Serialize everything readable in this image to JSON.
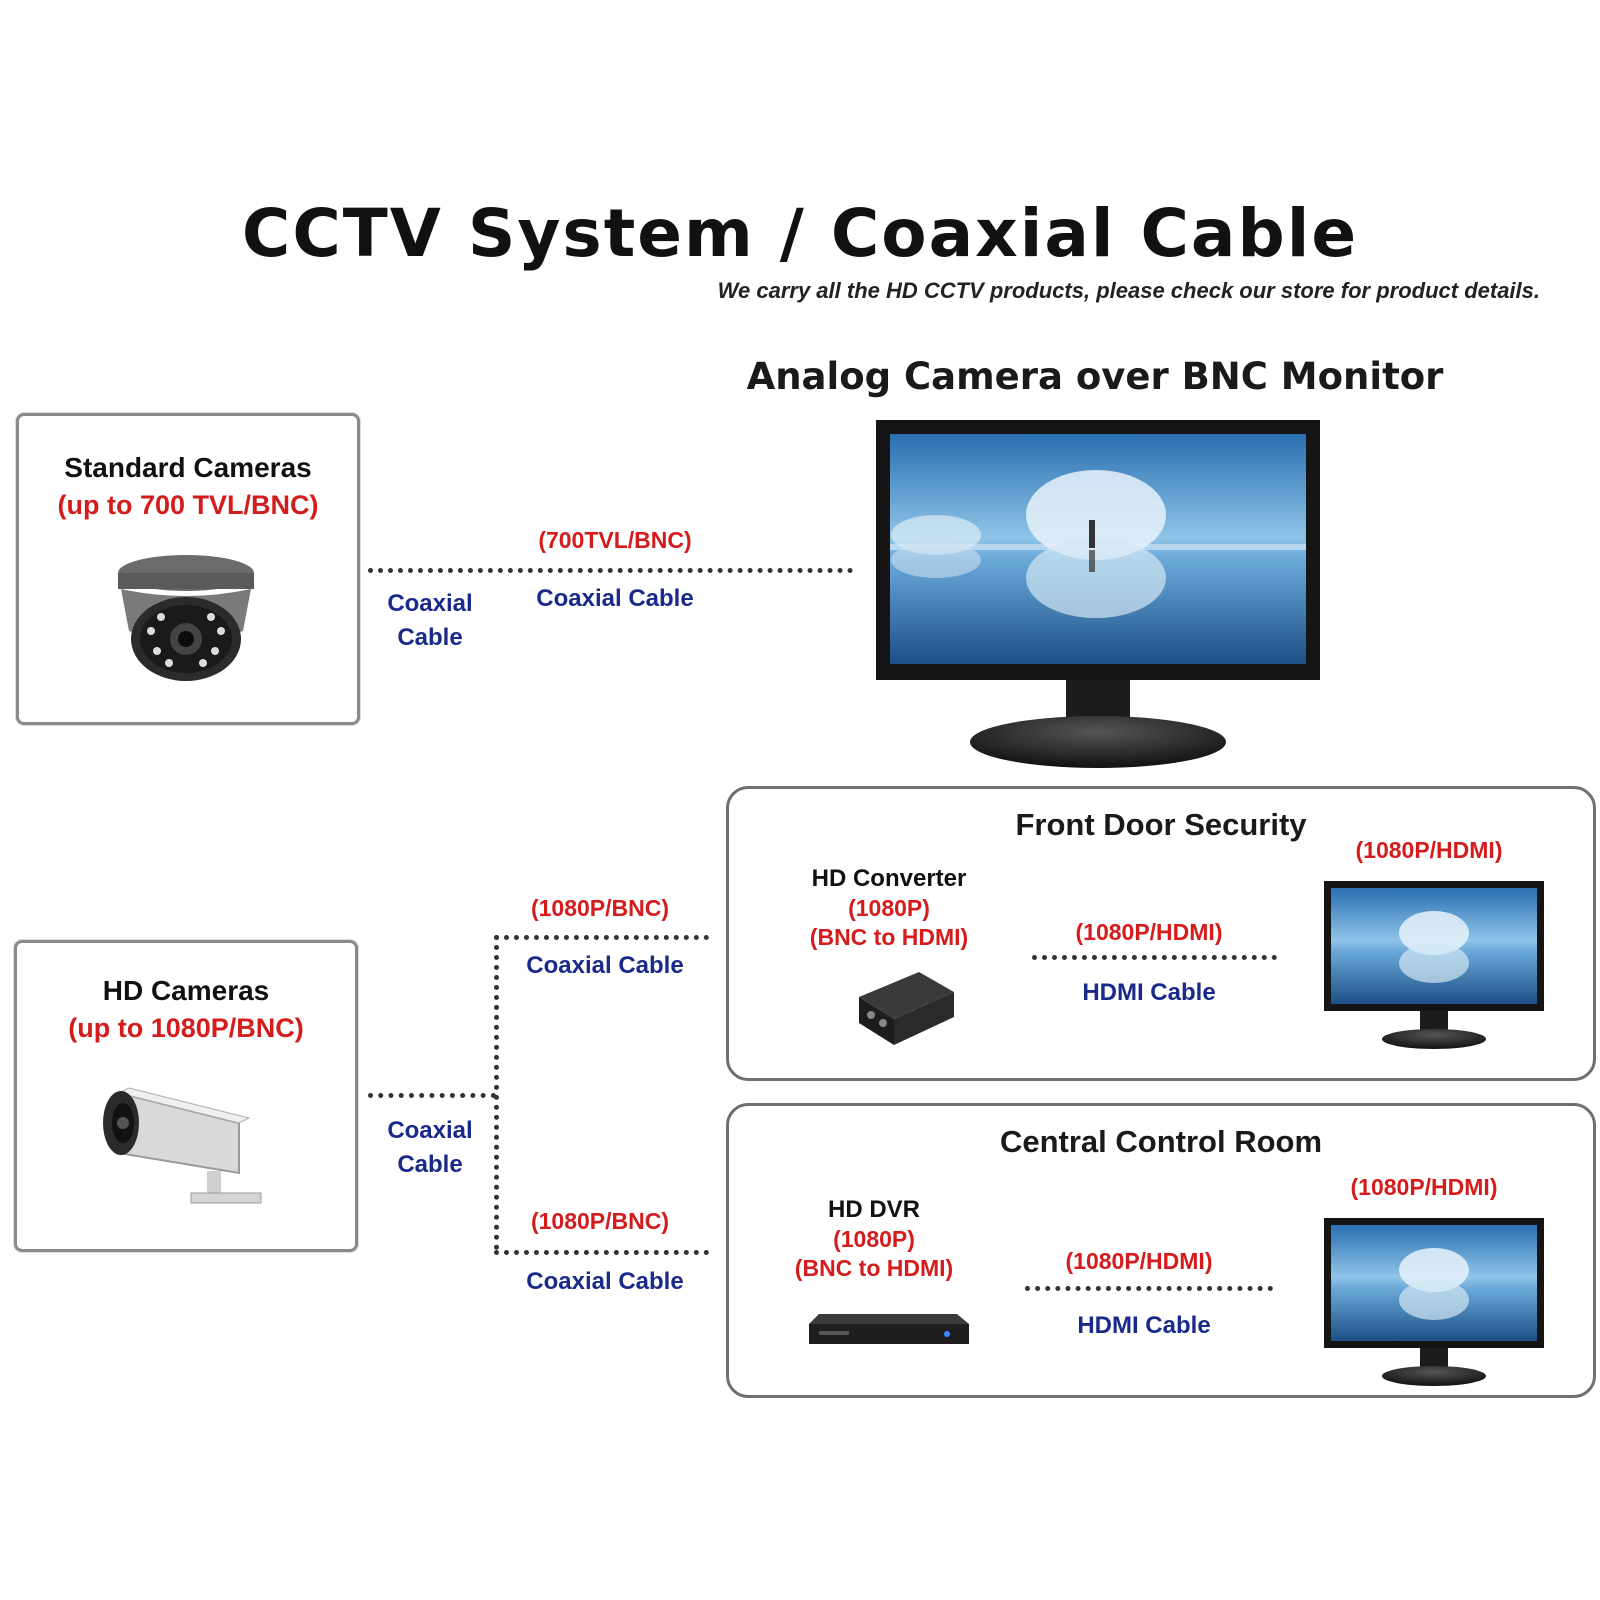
{
  "header": {
    "title": "CCTV System / Coaxial Cable",
    "subtitle": "We carry all the HD CCTV products, please check our store for product details."
  },
  "analog": {
    "heading": "Analog Camera over BNC Monitor",
    "camera_title": "Standard Cameras",
    "camera_spec": "(up to 700 TVL/BNC)",
    "side_cable_line1": "Coaxial",
    "side_cable_line2": "Cable",
    "link_spec": "(700TVL/BNC)",
    "link_cable": "Coaxial Cable"
  },
  "hd": {
    "camera_title": "HD Cameras",
    "camera_spec": "(up to 1080P/BNC)",
    "side_cable_line1": "Coaxial",
    "side_cable_line2": "Cable",
    "branch_top_spec": "(1080P/BNC)",
    "branch_top_cable": "Coaxial Cable",
    "branch_bottom_spec": "(1080P/BNC)",
    "branch_bottom_cable": "Coaxial Cable"
  },
  "front_door": {
    "title": "Front Door Security",
    "device_name": "HD Converter",
    "device_res": "(1080P)",
    "device_conv": "(BNC to HDMI)",
    "link_spec": "(1080P/HDMI)",
    "link_cable": "HDMI Cable",
    "monitor_spec": "(1080P/HDMI)"
  },
  "control_room": {
    "title": "Central Control Room",
    "device_name": "HD DVR",
    "device_res": "(1080P)",
    "device_conv": "(BNC to HDMI)",
    "link_spec": "(1080P/HDMI)",
    "link_cable": "HDMI Cable",
    "monitor_spec": "(1080P/HDMI)"
  },
  "colors": {
    "spec_red": "#d41c1c",
    "cable_blue": "#1a2a8a"
  }
}
